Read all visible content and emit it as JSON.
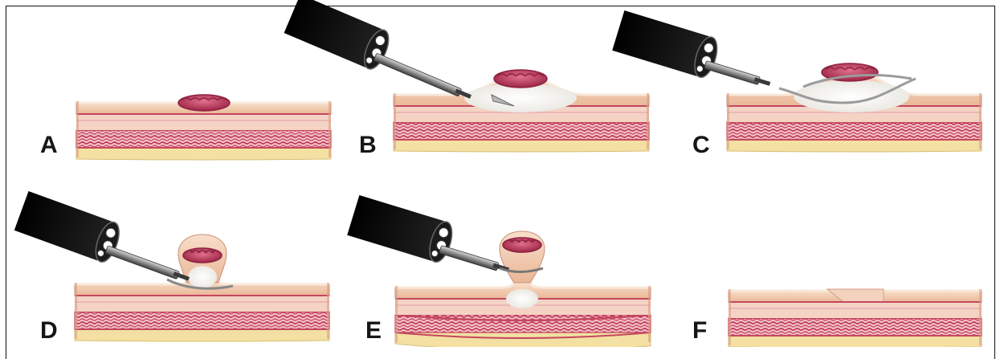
{
  "figure": {
    "panels": [
      {
        "label": "A",
        "stage": "lesion"
      },
      {
        "label": "B",
        "stage": "submucosal-injection"
      },
      {
        "label": "C",
        "stage": "snare-placement"
      },
      {
        "label": "D",
        "stage": "snare-tightening"
      },
      {
        "label": "E",
        "stage": "resection"
      },
      {
        "label": "F",
        "stage": "post-resection"
      }
    ],
    "colors": {
      "mucosa": "#f2c6a6",
      "mucosa_top": "#f7d9c2",
      "lesion": "#c43a5a",
      "lesion_dark": "#8e2240",
      "muscle": "#c4475f",
      "muscle_light": "#f0b7bf",
      "serosa": "#f3e0a2",
      "endoscope": "#111111",
      "instrument": "#777777",
      "fluid": "#eef0ea"
    },
    "icons": [
      "endoscope-icon",
      "needle-icon",
      "snare-icon"
    ]
  }
}
